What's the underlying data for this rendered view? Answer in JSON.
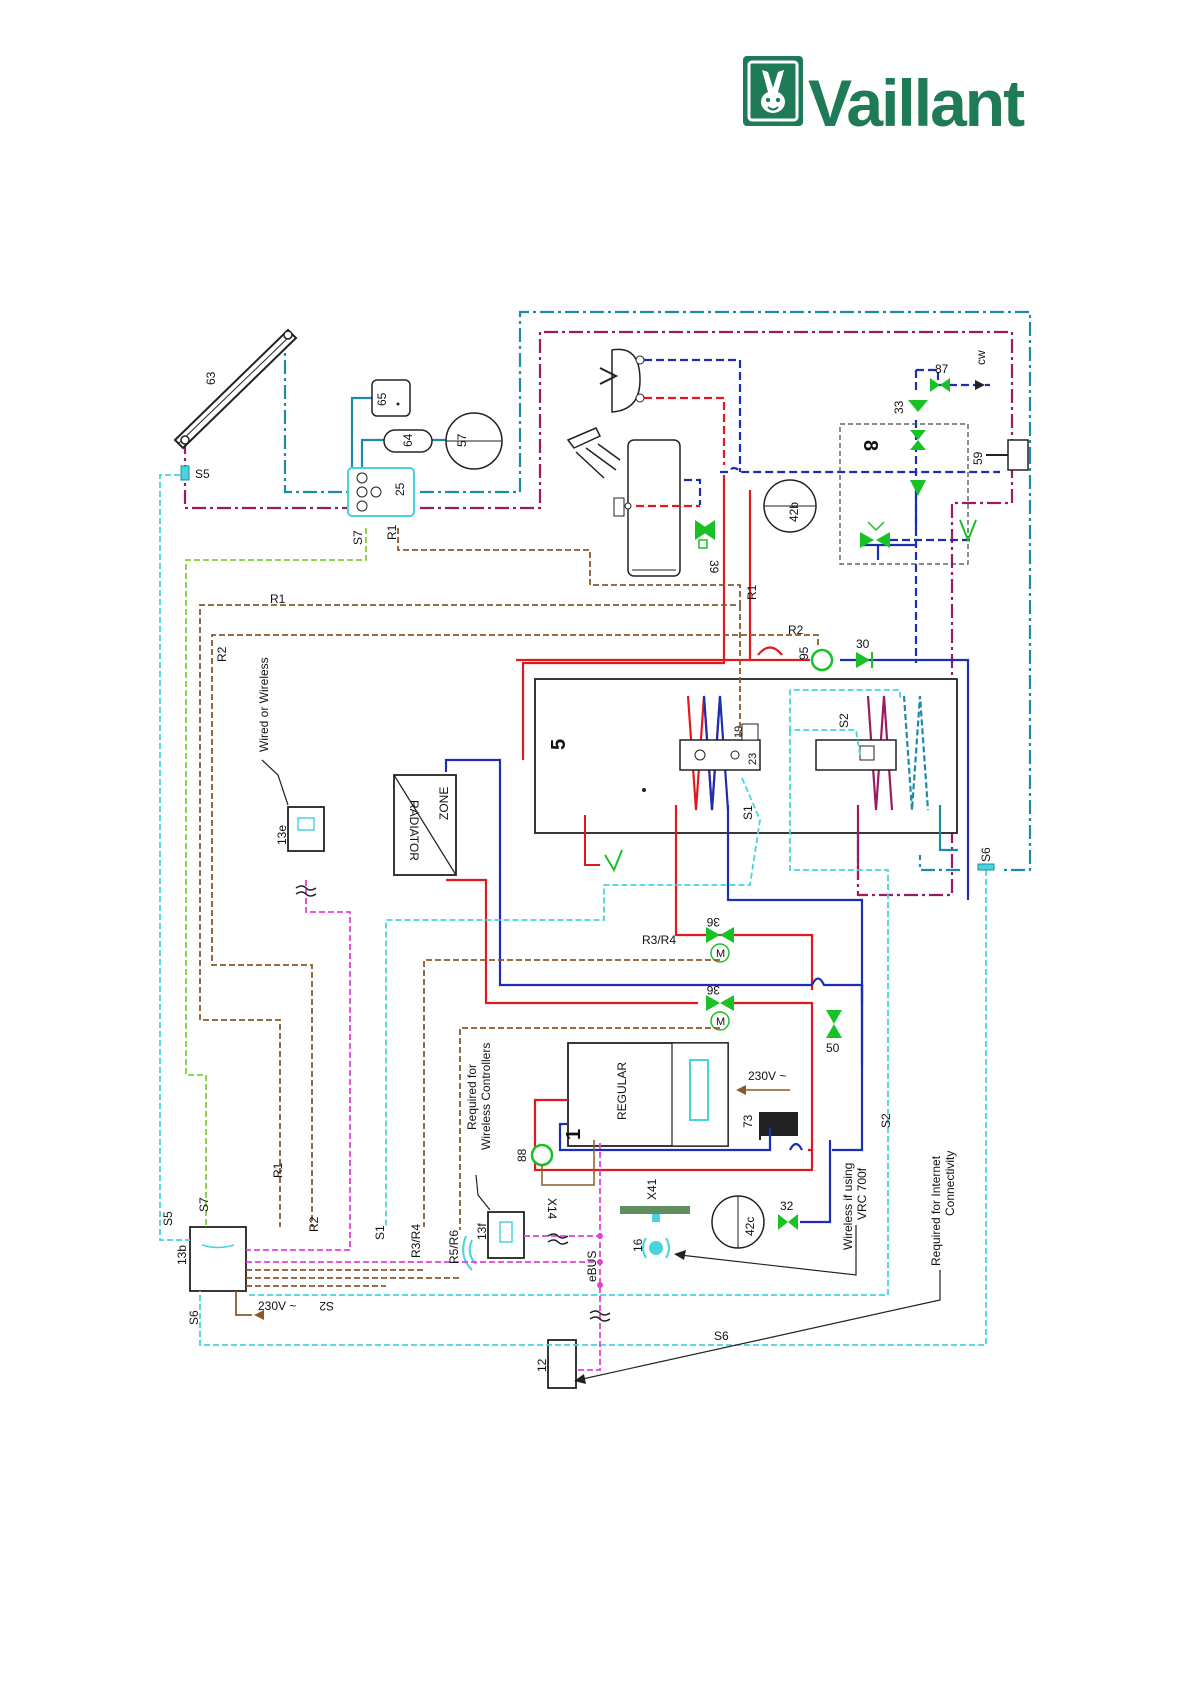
{
  "brand": {
    "name": "Vaillant"
  },
  "colors": {
    "flow_red": "#e0191f",
    "return_blue": "#1b2fb0",
    "solar_purple": "#9b1b62",
    "solar_teal": "#1e8aa8",
    "sensor_cyan": "#49d3dc",
    "relay_brown": "#8b5a2b",
    "ebus_magenta": "#e043d8",
    "lime": "#7fcf3a",
    "valve_green": "#18c225",
    "brand_green": "#1f7a57"
  },
  "components": {
    "c63": "63",
    "c65": "65",
    "c64": "64",
    "c57": "57",
    "c25": "25",
    "c87": "87",
    "cw": "cw",
    "c33": "33",
    "c8": "8",
    "c59": "59",
    "c42b": "42b",
    "c39": "39",
    "c95": "95",
    "c30": "30",
    "c5": "5",
    "c19": "19",
    "c23": "23",
    "c36a": "36",
    "c36b": "36",
    "c50": "50",
    "c13e": "13e",
    "c13f": "13f",
    "c13b": "13b",
    "c88": "88",
    "c1": "1",
    "c73": "73",
    "c32": "32",
    "c42c": "42c",
    "c16": "16",
    "c12": "12",
    "regular": "REGULAR",
    "radiator": "RADIATOR",
    "zone": "ZONE"
  },
  "sensors": {
    "s5_box": "S5",
    "s7_top": "S7",
    "r1_top": "R1",
    "r1_mid": "R1",
    "r1_vert": "R1",
    "r2_left": "R2",
    "r2_right": "R2",
    "s2_tank": "S2",
    "s1_tank": "S1",
    "s6_tank": "S6",
    "r3r4_mid": "R3/R4",
    "s2_right": "S2",
    "s5_left": "S5",
    "s7_left": "S7",
    "r1_low": "R1",
    "r2_low": "R2",
    "s1_low": "S1",
    "r3r4_low": "R3/R4",
    "r5r6_low": "R5/R6",
    "ebus": "eBUS",
    "s6_left": "S6",
    "s2_low": "S2",
    "s6_low": "S6",
    "x14": "X14",
    "x41": "X41"
  },
  "notes": {
    "wired_or_wireless": "Wired or Wireless",
    "required_wireless_1": "Required for",
    "required_wireless_2": "Wireless Controllers",
    "wireless_vrc_1": "Wireless if using",
    "wireless_vrc_2": "VRC 700f",
    "required_internet_1": "Required for Internet",
    "required_internet_2": "Connectivity",
    "v230_boiler": "230V ~",
    "v230_controller": "230V ~"
  }
}
